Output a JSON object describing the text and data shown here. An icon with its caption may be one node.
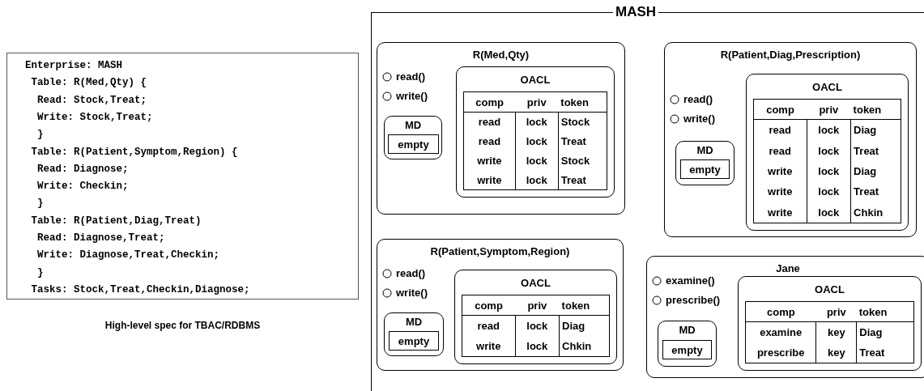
{
  "diagram": {
    "caption": "High-level spec for TBAC/RDBMS",
    "nodes": [
      {
        "text": [
          "Enterprise: MASH",
          "Table: R(Med,Qty) {",
          "Read: Stock,Treat;",
          "Write: Stock,Treat;",
          "}",
          "Table: R(Patient,Symptom,Region) {",
          "Read: Diagnose;",
          "Write: Checkin;",
          "}",
          "Table: R(Patient,Diag,Treat)",
          "Read: Diagnose,Treat;",
          "Write: Diagnose,Treat,Checkin;",
          "}",
          "Tasks: Stock,Treat,Checkin,Diagnose;"
        ]
      },
      {
        "text": [
          "MASH"
        ]
      },
      {
        "text": [
          "R(Med,Qty)",
          "read()",
          "write()"
        ],
        "in": 1
      },
      {
        "text": [
          "MD"
        ],
        "in": 2
      },
      {
        "text": [
          "empty"
        ],
        "in": 3
      },
      {
        "text": [
          "OACL",
          "comp",
          "priv",
          "token",
          "read",
          "lock",
          "Stock",
          "read",
          "lock",
          "Treat",
          "write",
          "lock",
          "Stock",
          "write",
          "lock",
          "Treat"
        ],
        "in": 2
      },
      {
        "text": [
          "R(Patient,Diag,Prescription)",
          "read()",
          "write()"
        ],
        "in": 1
      },
      {
        "text": [
          "MD"
        ],
        "in": 6
      },
      {
        "text": [
          "empty"
        ],
        "in": 7
      },
      {
        "text": [
          "OACL",
          "comp",
          "priv",
          "token",
          "read",
          "lock",
          "Diag",
          "read",
          "lock",
          "Treat",
          "write",
          "lock",
          "Diag",
          "write",
          "lock",
          "Treat",
          "write",
          "lock",
          "Chkin"
        ],
        "in": 6
      },
      {
        "text": [
          "R(Patient,Symptom,Region)",
          "read()",
          "write()"
        ],
        "in": 1
      },
      {
        "text": [
          "MD"
        ],
        "in": 10
      },
      {
        "text": [
          "empty"
        ],
        "in": 11
      },
      {
        "text": [
          "OACL",
          "comp",
          "priv",
          "token",
          "read",
          "lock",
          "Diag",
          "write",
          "lock",
          "Chkin"
        ],
        "in": 10
      },
      {
        "text": [
          "Jane",
          "examine()",
          "prescribe()"
        ],
        "in": 1
      },
      {
        "text": [
          "MD"
        ],
        "in": 14
      },
      {
        "text": [
          "empty"
        ],
        "in": 15
      },
      {
        "text": [
          "OACL",
          "comp",
          "priv",
          "token",
          "examine",
          "key",
          "Diag",
          "prescribe",
          "key",
          "Treat"
        ],
        "in": 14
      }
    ],
    "edges": []
  }
}
